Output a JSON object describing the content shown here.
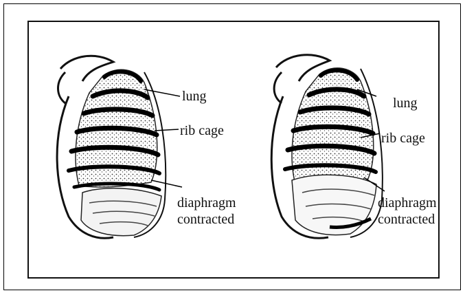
{
  "figure": {
    "panels": [
      {
        "id": "left",
        "labels": {
          "lung": "lung",
          "rib_cage": "rib cage",
          "diaphragm_line1": "diaphragm",
          "diaphragm_line2": "contracted"
        }
      },
      {
        "id": "right",
        "labels": {
          "lung": "lung",
          "rib_cage": "rib cage",
          "diaphragm_line1": "diaphragm",
          "diaphragm_line2": "contracted"
        }
      }
    ]
  }
}
